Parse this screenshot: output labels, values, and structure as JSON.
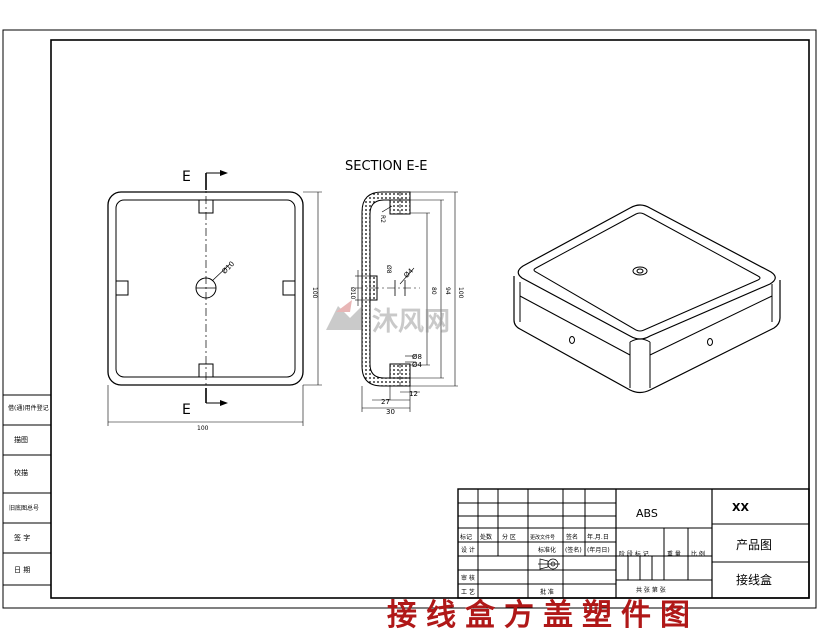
{
  "drawing": {
    "section_title": "SECTION E-E",
    "section_mark_top": "E",
    "section_mark_bottom": "E",
    "watermark": "沐风网",
    "bottom_caption": "接线盒方盖塑件图"
  },
  "front_view": {
    "dim_width": "100",
    "dim_height": "100",
    "dim_hole": "Ø10"
  },
  "section_view": {
    "dim_r": "R2",
    "dim_phi8_top": "Ø8",
    "dim_phi4_mid": "Ø4",
    "dim_phi10": "Ø10",
    "dim_80": "80",
    "dim_94": "94",
    "dim_100": "100",
    "dim_phi8_bot": "Ø8",
    "dim_phi4_bot": "Ø4",
    "dim_12": "12",
    "dim_27": "27",
    "dim_30": "30"
  },
  "side_panel": {
    "cells": [
      "借(通)用件登记",
      "描图",
      "校描",
      "旧底图总号",
      "签 字",
      "日 期"
    ]
  },
  "title_block": {
    "material": "ABS",
    "company": "XX",
    "drawing_type": "产品图",
    "part_name": "接线盒",
    "rev_headers": [
      "标记",
      "处数",
      "分 区",
      "更改文件号",
      "签名",
      "年.月.日"
    ],
    "row_design": "设 计",
    "row_std": "标准化",
    "row_sign": "(签名)",
    "row_date": "(年月日)",
    "row_review": "审 核",
    "row_process": "工 艺",
    "row_approve": "批 准",
    "stage_headers": [
      "阶 段 标 记",
      "重 量",
      "比 例"
    ],
    "sheet": "共   张  第   张"
  }
}
